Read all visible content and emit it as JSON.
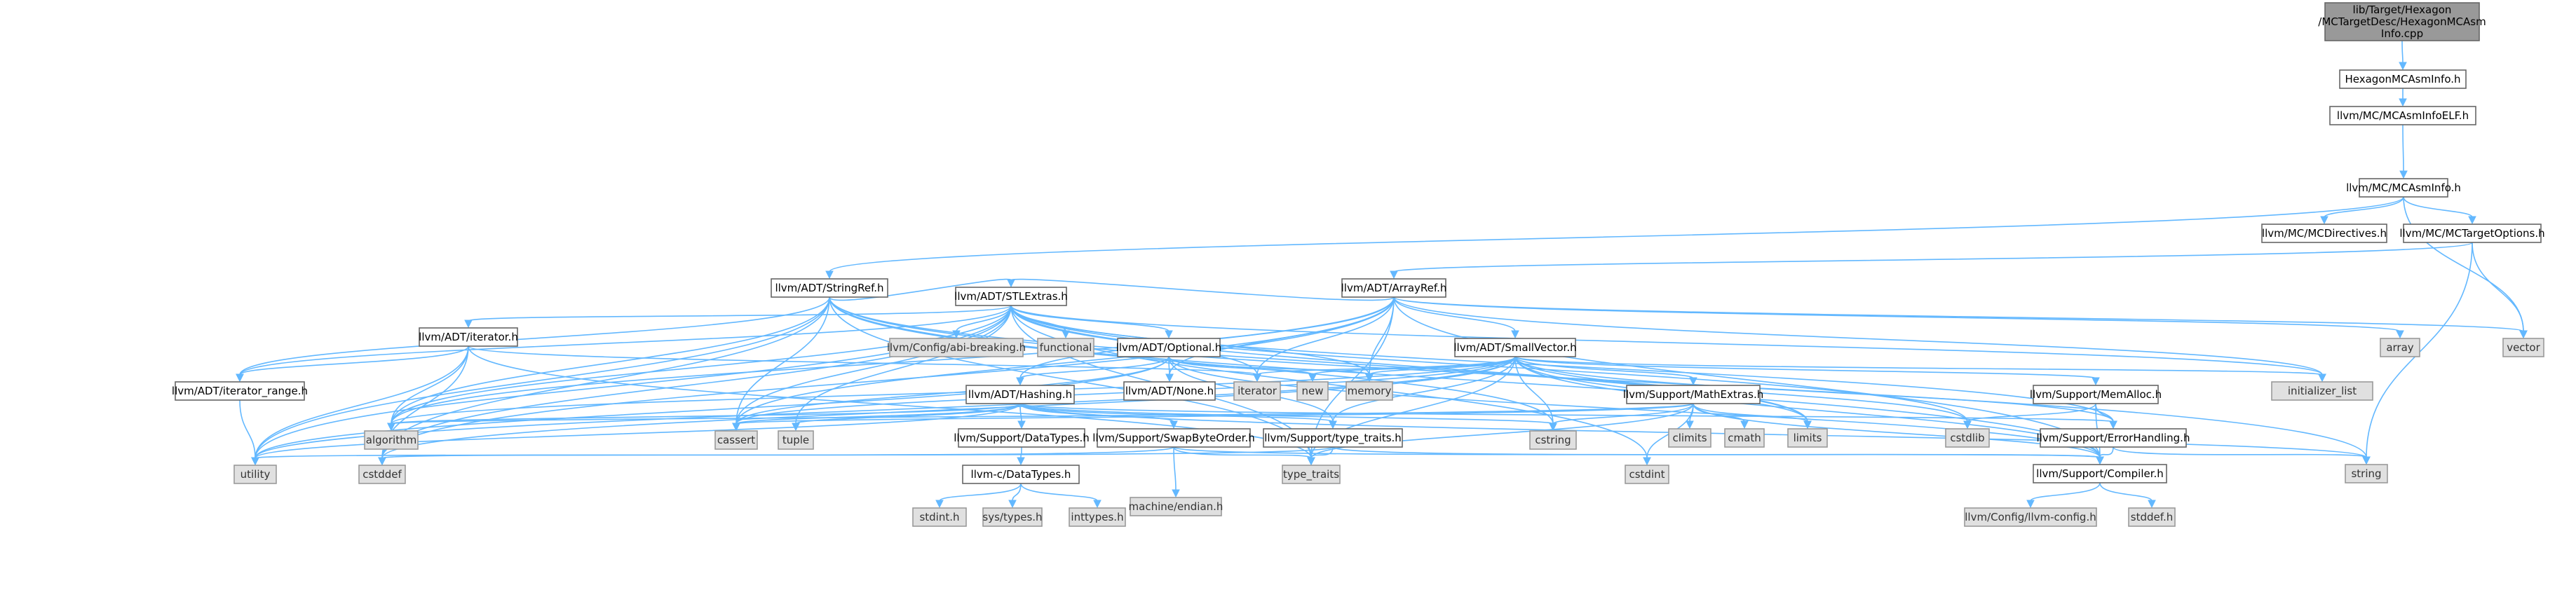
{
  "graph": {
    "nodes": {
      "root": {
        "label": "lib/Target/Hexagon\n/MCTargetDesc/HexagonMCAsm\nInfo.cpp",
        "kind": "root"
      },
      "hexmcai": {
        "label": "HexagonMCAsmInfo.h",
        "kind": "local"
      },
      "mcaielf": {
        "label": "llvm/MC/MCAsmInfoELF.h",
        "kind": "local"
      },
      "mcai": {
        "label": "llvm/MC/MCAsmInfo.h",
        "kind": "local"
      },
      "mcdir": {
        "label": "llvm/MC/MCDirectives.h",
        "kind": "local"
      },
      "mctopt": {
        "label": "llvm/MC/MCTargetOptions.h",
        "kind": "local"
      },
      "stringref": {
        "label": "llvm/ADT/StringRef.h",
        "kind": "local"
      },
      "arrayref": {
        "label": "llvm/ADT/ArrayRef.h",
        "kind": "local"
      },
      "stlextras": {
        "label": "llvm/ADT/STLExtras.h",
        "kind": "local"
      },
      "adtiter": {
        "label": "llvm/ADT/iterator.h",
        "kind": "local"
      },
      "abibreak": {
        "label": "llvm/Config/abi-breaking.h",
        "kind": "system"
      },
      "functional": {
        "label": "functional",
        "kind": "system"
      },
      "optional": {
        "label": "llvm/ADT/Optional.h",
        "kind": "local"
      },
      "smallvec": {
        "label": "llvm/ADT/SmallVector.h",
        "kind": "local"
      },
      "iterrange": {
        "label": "llvm/ADT/iterator_range.h",
        "kind": "local"
      },
      "iterator": {
        "label": "iterator",
        "kind": "system"
      },
      "new": {
        "label": "new",
        "kind": "system"
      },
      "memory": {
        "label": "memory",
        "kind": "system"
      },
      "nonehdr": {
        "label": "llvm/ADT/None.h",
        "kind": "local"
      },
      "hashing": {
        "label": "llvm/ADT/Hashing.h",
        "kind": "local"
      },
      "mathextras": {
        "label": "llvm/Support/MathExtras.h",
        "kind": "local"
      },
      "memalloc": {
        "label": "llvm/Support/MemAlloc.h",
        "kind": "local"
      },
      "errhandling": {
        "label": "llvm/Support/ErrorHandling.h",
        "kind": "local"
      },
      "datatypes": {
        "label": "llvm/Support/DataTypes.h",
        "kind": "local"
      },
      "swapbyte": {
        "label": "llvm/Support/SwapByteOrder.h",
        "kind": "local"
      },
      "typetraitsh": {
        "label": "llvm/Support/type_traits.h",
        "kind": "local"
      },
      "compiler": {
        "label": "llvm/Support/Compiler.h",
        "kind": "local"
      },
      "cdatatypes": {
        "label": "llvm-c/DataTypes.h",
        "kind": "local"
      },
      "algorithm": {
        "label": "algorithm",
        "kind": "system"
      },
      "cassert": {
        "label": "cassert",
        "kind": "system"
      },
      "tuple": {
        "label": "tuple",
        "kind": "system"
      },
      "cstring": {
        "label": "cstring",
        "kind": "system"
      },
      "climits": {
        "label": "climits",
        "kind": "system"
      },
      "cmath": {
        "label": "cmath",
        "kind": "system"
      },
      "limits": {
        "label": "limits",
        "kind": "system"
      },
      "cstdlib": {
        "label": "cstdlib",
        "kind": "system"
      },
      "cstdint": {
        "label": "cstdint",
        "kind": "system"
      },
      "initlist": {
        "label": "initializer_list",
        "kind": "system"
      },
      "array": {
        "label": "array",
        "kind": "system"
      },
      "vector": {
        "label": "vector",
        "kind": "system"
      },
      "string": {
        "label": "string",
        "kind": "system"
      },
      "utility": {
        "label": "utility",
        "kind": "system"
      },
      "cstddef": {
        "label": "cstddef",
        "kind": "system"
      },
      "typetraits": {
        "label": "type_traits",
        "kind": "system"
      },
      "endian": {
        "label": "machine/endian.h",
        "kind": "system"
      },
      "stdinth": {
        "label": "stdint.h",
        "kind": "system"
      },
      "systypes": {
        "label": "sys/types.h",
        "kind": "system"
      },
      "inttypes": {
        "label": "inttypes.h",
        "kind": "system"
      },
      "llvmconfig": {
        "label": "llvm/Config/llvm-config.h",
        "kind": "system"
      },
      "stddefh": {
        "label": "stddef.h",
        "kind": "system"
      }
    },
    "edges": [
      [
        "root",
        "hexmcai"
      ],
      [
        "hexmcai",
        "mcaielf"
      ],
      [
        "mcaielf",
        "mcai"
      ],
      [
        "mcai",
        "stringref"
      ],
      [
        "mcai",
        "mcdir"
      ],
      [
        "mcai",
        "mctopt"
      ],
      [
        "mcai",
        "vector"
      ],
      [
        "mctopt",
        "arrayref"
      ],
      [
        "mctopt",
        "string"
      ],
      [
        "mctopt",
        "vector"
      ],
      [
        "stringref",
        "stlextras"
      ],
      [
        "stringref",
        "iterrange"
      ],
      [
        "stringref",
        "compiler"
      ],
      [
        "stringref",
        "algorithm"
      ],
      [
        "stringref",
        "cassert"
      ],
      [
        "stringref",
        "cstddef"
      ],
      [
        "stringref",
        "cstring"
      ],
      [
        "stringref",
        "limits"
      ],
      [
        "stringref",
        "string"
      ],
      [
        "stringref",
        "typetraits"
      ],
      [
        "stringref",
        "utility"
      ],
      [
        "arrayref",
        "hashing"
      ],
      [
        "arrayref",
        "nonehdr"
      ],
      [
        "arrayref",
        "smallvec"
      ],
      [
        "arrayref",
        "stlextras"
      ],
      [
        "arrayref",
        "compiler"
      ],
      [
        "arrayref",
        "algorithm"
      ],
      [
        "arrayref",
        "array"
      ],
      [
        "arrayref",
        "cassert"
      ],
      [
        "arrayref",
        "cstddef"
      ],
      [
        "arrayref",
        "initlist"
      ],
      [
        "arrayref",
        "iterator"
      ],
      [
        "arrayref",
        "memory"
      ],
      [
        "arrayref",
        "typetraits"
      ],
      [
        "arrayref",
        "vector"
      ],
      [
        "stlextras",
        "abibreak"
      ],
      [
        "stlextras",
        "functional"
      ],
      [
        "stlextras",
        "optional"
      ],
      [
        "stlextras",
        "adtiter"
      ],
      [
        "stlextras",
        "iterrange"
      ],
      [
        "stlextras",
        "errhandling"
      ],
      [
        "stlextras",
        "algorithm"
      ],
      [
        "stlextras",
        "cassert"
      ],
      [
        "stlextras",
        "cstddef"
      ],
      [
        "stlextras",
        "cstdint"
      ],
      [
        "stlextras",
        "cstdlib"
      ],
      [
        "stlextras",
        "initlist"
      ],
      [
        "stlextras",
        "iterator"
      ],
      [
        "stlextras",
        "limits"
      ],
      [
        "stlextras",
        "memory"
      ],
      [
        "stlextras",
        "tuple"
      ],
      [
        "stlextras",
        "typetraits"
      ],
      [
        "stlextras",
        "utility"
      ],
      [
        "adtiter",
        "iterrange"
      ],
      [
        "adtiter",
        "algorithm"
      ],
      [
        "adtiter",
        "cstddef"
      ],
      [
        "adtiter",
        "iterator"
      ],
      [
        "adtiter",
        "typetraits"
      ],
      [
        "adtiter",
        "utility"
      ],
      [
        "iterrange",
        "utility"
      ],
      [
        "optional",
        "hashing"
      ],
      [
        "optional",
        "nonehdr"
      ],
      [
        "optional",
        "compiler"
      ],
      [
        "optional",
        "typetraitsh"
      ],
      [
        "optional",
        "cassert"
      ],
      [
        "optional",
        "memory"
      ],
      [
        "optional",
        "new"
      ],
      [
        "optional",
        "utility"
      ],
      [
        "hashing",
        "errhandling"
      ],
      [
        "hashing",
        "datatypes"
      ],
      [
        "hashing",
        "swapbyte"
      ],
      [
        "hashing",
        "typetraitsh"
      ],
      [
        "hashing",
        "algorithm"
      ],
      [
        "hashing",
        "cassert"
      ],
      [
        "hashing",
        "cstring"
      ],
      [
        "hashing",
        "string"
      ],
      [
        "hashing",
        "tuple"
      ],
      [
        "hashing",
        "utility"
      ],
      [
        "smallvec",
        "compiler"
      ],
      [
        "smallvec",
        "mathextras"
      ],
      [
        "smallvec",
        "memalloc"
      ],
      [
        "smallvec",
        "typetraitsh"
      ],
      [
        "smallvec",
        "errhandling"
      ],
      [
        "smallvec",
        "algorithm"
      ],
      [
        "smallvec",
        "cassert"
      ],
      [
        "smallvec",
        "cstddef"
      ],
      [
        "smallvec",
        "cstdlib"
      ],
      [
        "smallvec",
        "cstring"
      ],
      [
        "smallvec",
        "initlist"
      ],
      [
        "smallvec",
        "iterator"
      ],
      [
        "smallvec",
        "limits"
      ],
      [
        "smallvec",
        "memory"
      ],
      [
        "smallvec",
        "new"
      ],
      [
        "smallvec",
        "typetraits"
      ],
      [
        "smallvec",
        "utility"
      ],
      [
        "mathextras",
        "compiler"
      ],
      [
        "mathextras",
        "algorithm"
      ],
      [
        "mathextras",
        "cassert"
      ],
      [
        "mathextras",
        "climits"
      ],
      [
        "mathextras",
        "cmath"
      ],
      [
        "mathextras",
        "cstdint"
      ],
      [
        "mathextras",
        "cstring"
      ],
      [
        "mathextras",
        "limits"
      ],
      [
        "mathextras",
        "typetraits"
      ],
      [
        "memalloc",
        "compiler"
      ],
      [
        "memalloc",
        "errhandling"
      ],
      [
        "memalloc",
        "cstdlib"
      ],
      [
        "errhandling",
        "compiler"
      ],
      [
        "errhandling",
        "string"
      ],
      [
        "datatypes",
        "cdatatypes"
      ],
      [
        "swapbyte",
        "compiler"
      ],
      [
        "swapbyte",
        "cstddef"
      ],
      [
        "swapbyte",
        "typetraits"
      ],
      [
        "swapbyte",
        "endian"
      ],
      [
        "typetraitsh",
        "compiler"
      ],
      [
        "typetraitsh",
        "typetraits"
      ],
      [
        "typetraitsh",
        "utility"
      ],
      [
        "compiler",
        "llvmconfig"
      ],
      [
        "compiler",
        "stddefh"
      ],
      [
        "cdatatypes",
        "inttypes"
      ],
      [
        "cdatatypes",
        "stdinth"
      ],
      [
        "cdatatypes",
        "systypes"
      ]
    ]
  }
}
